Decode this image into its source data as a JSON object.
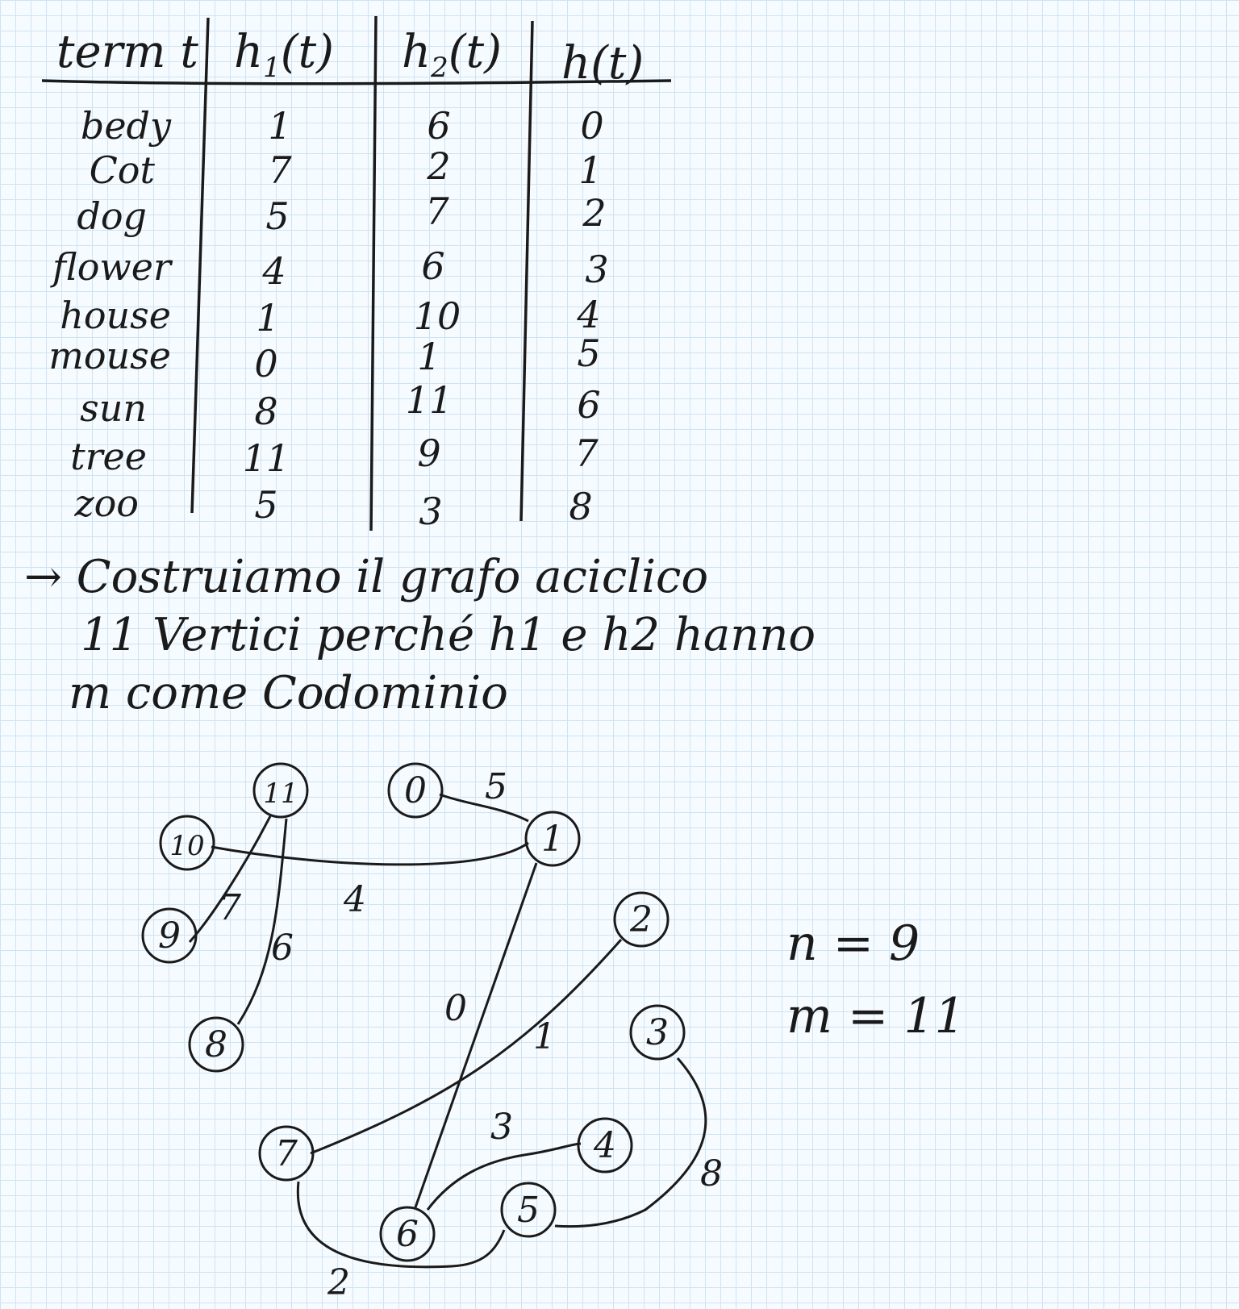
{
  "table": {
    "headers": {
      "term": "term t",
      "h1": "h",
      "h1_sub": "1",
      "h1_arg": "(t)",
      "h2": "h",
      "h2_sub": "2",
      "h2_arg": "(t)",
      "h": "h(t)"
    },
    "rows": [
      {
        "term": "bedy",
        "h1": "1",
        "h2": "6",
        "h": "0"
      },
      {
        "term": "Cot",
        "h1": "7",
        "h2": "2",
        "h": "1"
      },
      {
        "term": "dog",
        "h1": "5",
        "h2": "7",
        "h": "2"
      },
      {
        "term": "flower",
        "h1": "4",
        "h2": "6",
        "h": "3"
      },
      {
        "term": "house",
        "h1": "1",
        "h2": "10",
        "h": "4"
      },
      {
        "term": "mouse",
        "h1": "0",
        "h2": "1",
        "h": "5"
      },
      {
        "term": "sun",
        "h1": "8",
        "h2": "11",
        "h": "6"
      },
      {
        "term": "tree",
        "h1": "11",
        "h2": "9",
        "h": "7"
      },
      {
        "term": "zoo",
        "h1": "5",
        "h2": "3",
        "h": "8"
      }
    ]
  },
  "notes": {
    "arrow": "→",
    "line1": "Costruiamo il grafo aciclico",
    "line2": "11 Vertici perché  h1 e h2 hanno",
    "line3": "m come Codominio"
  },
  "graph": {
    "vertices": [
      "0",
      "1",
      "2",
      "3",
      "4",
      "5",
      "6",
      "7",
      "8",
      "9",
      "10",
      "11"
    ],
    "edges": [
      {
        "from": "0",
        "to": "1",
        "label": "5"
      },
      {
        "from": "1",
        "to": "10",
        "label": "4"
      },
      {
        "from": "1",
        "to": "6",
        "label": "0"
      },
      {
        "from": "2",
        "to": "7",
        "label": "1"
      },
      {
        "from": "7",
        "to": "5",
        "label": "2"
      },
      {
        "from": "6",
        "to": "4",
        "label": "3"
      },
      {
        "from": "3",
        "to": "5",
        "label": "8"
      },
      {
        "from": "11",
        "to": "9",
        "label": "7"
      },
      {
        "from": "11",
        "to": "8",
        "label": "6"
      }
    ]
  },
  "params": {
    "n": "n = 9",
    "m": "m = 11"
  }
}
